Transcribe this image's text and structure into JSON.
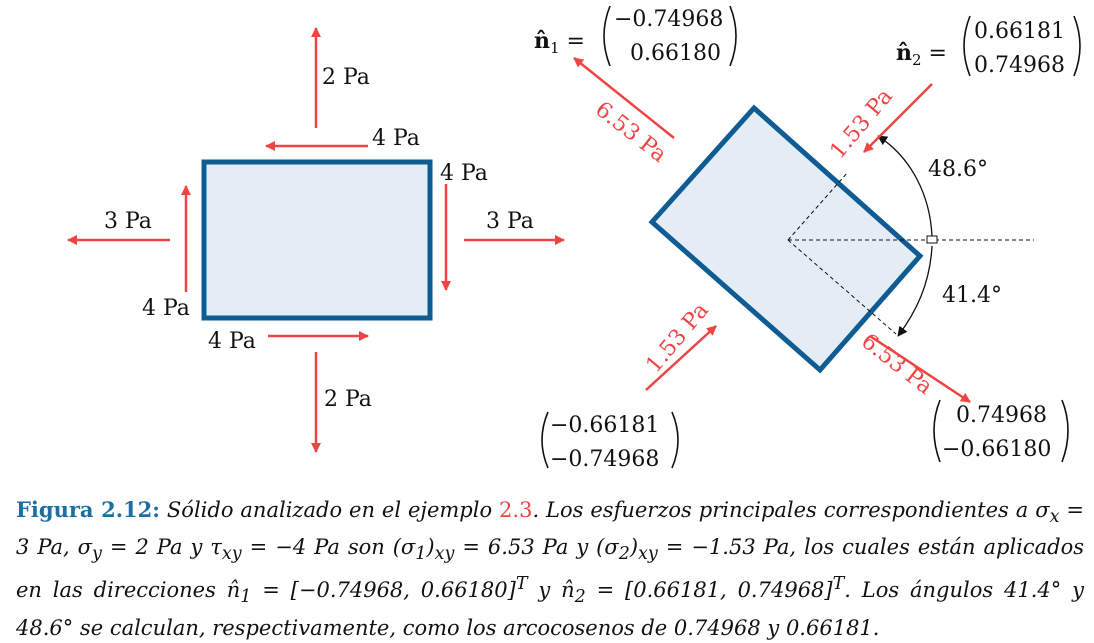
{
  "left_figure": {
    "labels": {
      "top": "2 Pa",
      "bottom": "2 Pa",
      "left": "3 Pa",
      "right": "3 Pa",
      "shear_top": "4 Pa",
      "shear_right": "4 Pa",
      "shear_left": "4 Pa",
      "shear_bottom": "4 Pa"
    }
  },
  "right_figure": {
    "labels": {
      "n1_name": "n̂",
      "n1_sub": "1",
      "n1_top": "−0.74968",
      "n1_bot": "0.66180",
      "n2_name": "n̂",
      "n2_sub": "2",
      "n2_top": "0.66181",
      "n2_bot": "0.74968",
      "v3_top": "−0.66181",
      "v3_bot": "−0.74968",
      "v4_top": "0.74968",
      "v4_bot": "−0.66180",
      "s_653_a": "6.53 Pa",
      "s_653_b": "6.53 Pa",
      "s_153_a": "1.53 Pa",
      "s_153_b": "1.53 Pa",
      "angle_top": "48.6°",
      "angle_bot": "41.4°"
    }
  },
  "caption": {
    "head": "Figura 2.12:",
    "t1": " Sólido analizado en el ejemplo ",
    "ref": "2.3",
    "t2": ". Los esfuerzos principales correspondientes a σ",
    "s_x": "x",
    "t3": " = 3 Pa, σ",
    "s_y": "y",
    "t4": " = 2 Pa y τ",
    "s_xy": "xy",
    "t5": " = −4 Pa son (σ",
    "s_1": "1",
    "t6": ")",
    "s_xy2": "xy",
    "t7": " = 6.53 Pa y (σ",
    "s_2": "2",
    "t8": ")",
    "s_xy3": "xy",
    "t9": " = −1.53 Pa, los cuales están aplicados en las direcciones n̂",
    "s_n1": "1",
    "t10": " = [−0.74968, 0.66180]",
    "sup_t1": "T",
    "t11": " y n̂",
    "s_n2": "2",
    "t12": " = [0.66181, 0.74968]",
    "sup_t2": "T",
    "t13": ". Los ángulos 41.4° y 48.6° se calculan, respectivamente, como los arcocosenos de 0.74968 y 0.66181."
  },
  "colors": {
    "outline": "#0e5c93",
    "fill": "#e4edf6",
    "arrow": "#ef4444",
    "caption_head": "#1e6ea3"
  }
}
